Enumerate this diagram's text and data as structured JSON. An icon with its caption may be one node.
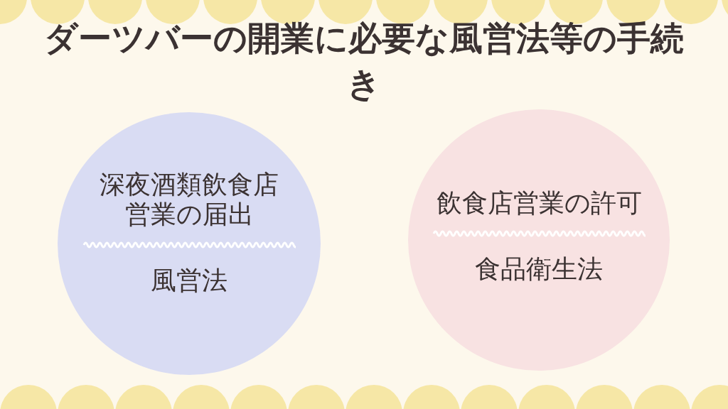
{
  "diagram": {
    "title": "ダーツバーの開業に必要な風営法等の手続き",
    "nodes": [
      {
        "text": [
          "深夜酒類飲食店営業の届出",
          "風営法"
        ]
      },
      {
        "text": [
          "飲食店営業の許可",
          "食品衛生法"
        ]
      }
    ]
  }
}
